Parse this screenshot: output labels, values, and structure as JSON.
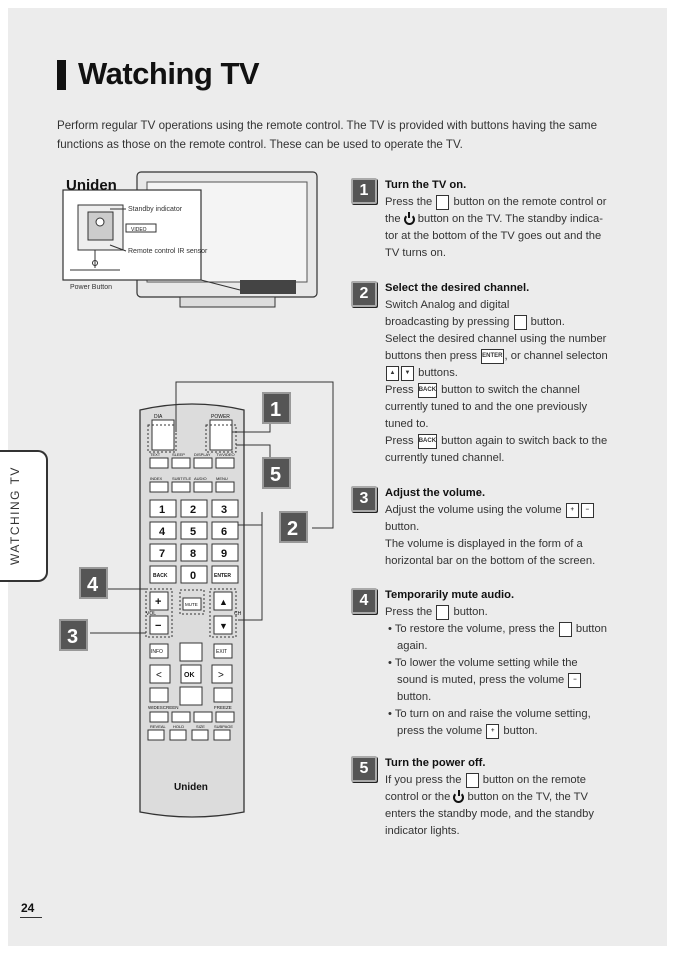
{
  "page": {
    "title": "Watching TV",
    "intro": "Perform regular TV operations using the remote control. The TV is provided with buttons having the same functions as those on the remote control. These can be used to operate the TV.",
    "side_tab": "WATCHING TV",
    "page_number": "24"
  },
  "tv_figure": {
    "brand": "Uniden",
    "standby_label": "Standby indicator",
    "video_label": "VIDEO",
    "remote_sensor_label": "Remote control IR sensor",
    "power_button_label": "Power Button"
  },
  "remote": {
    "brand": "Uniden",
    "top_left": "DIA",
    "top_right": "POWER",
    "row1": [
      "TEXT",
      "SLEEP",
      "DISPLAY",
      "TV/VIDEO"
    ],
    "row2": [
      "INDEX",
      "SUBTITLE",
      "AUDIO",
      "MENU"
    ],
    "digits": [
      "1",
      "2",
      "3",
      "4",
      "5",
      "6",
      "7",
      "8",
      "9",
      "BACK",
      "0",
      "ENTER"
    ],
    "vol_label": "VOL",
    "ch_label": "CH",
    "mute_label": "MUTE",
    "plus": "+",
    "minus": "−",
    "up": "▲",
    "down": "▼",
    "info": "INFO",
    "exit": "EXIT",
    "ok": "OK",
    "left": "<",
    "right": ">",
    "bottom_row1": [
      "WIDESCREEN",
      "FREEZE"
    ],
    "bottom_row2": [
      "REVEAL",
      "HOLD",
      "SIZE",
      "SUBPAGE"
    ]
  },
  "callouts": [
    "1",
    "5",
    "2",
    "4",
    "3"
  ],
  "steps": [
    {
      "number": "1",
      "heading": "Turn the TV on.",
      "l1a": "Press the",
      "l1b": "button on the remote control or",
      "l2a": "the",
      "l2b": "button on the TV. The standby indica-",
      "l3": "tor at the bottom of the TV goes out and the",
      "l4": "TV turns on."
    },
    {
      "number": "2",
      "heading": "Select the desired channel.",
      "l1": "Switch Analog and digital",
      "l2a": "broadcasting by pressing",
      "l2b": "button.",
      "l3": "Select the desired channel using the number",
      "l4a": "buttons then press",
      "l4b": ", or channel selecton",
      "l5": "buttons.",
      "l6a": "Press",
      "l6b": "button to switch the channel",
      "l7": "currently tuned to and the one previously",
      "l8": "tuned to.",
      "l9a": "Press",
      "l9b": "button again to switch back to the",
      "l10": "currently tuned channel.",
      "enter_key": "ENTER",
      "back_key": "BACK"
    },
    {
      "number": "3",
      "heading": "Adjust the volume.",
      "l1a": "Adjust the volume using the volume",
      "l2": "button.",
      "l3": "The volume is displayed in the form of a",
      "l4": "horizontal bar on the bottom of the screen."
    },
    {
      "number": "4",
      "heading": "Temporarily mute audio.",
      "l1a": "Press the",
      "l1b": "button.",
      "b1a": "• To restore the volume, press the",
      "b1b": "button",
      "b1c": "again.",
      "b2a": "• To lower the volume setting while the",
      "b2b": "sound is muted, press the volume",
      "b2c": "button.",
      "b3a": "• To turn on and raise the volume setting,",
      "b3b": "press the volume",
      "b3c": "button."
    },
    {
      "number": "5",
      "heading": "Turn the power off.",
      "l1a": "If you press the",
      "l1b": "button on the remote",
      "l2a": "control or the",
      "l2b": "button on the TV, the TV",
      "l3": "enters the standby mode, and the standby",
      "l4": "indicator lights."
    }
  ]
}
